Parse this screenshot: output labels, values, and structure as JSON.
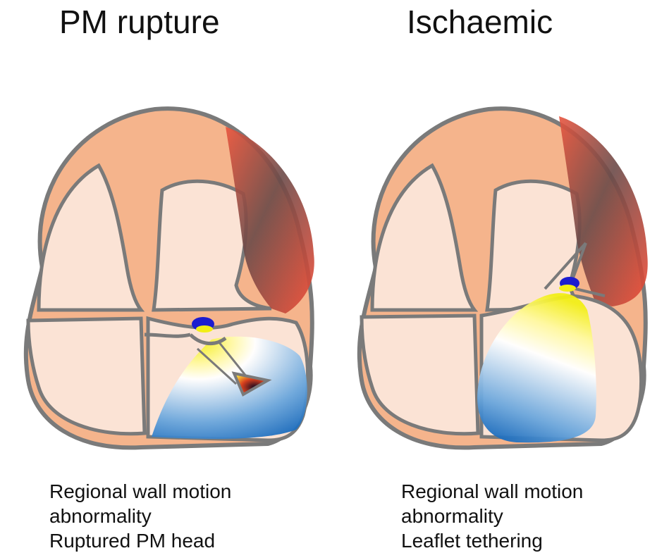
{
  "panels": [
    {
      "title": "PM rupture",
      "caption": [
        "Regional wall motion",
        "abnormality",
        "Ruptured PM head"
      ]
    },
    {
      "title": "Ischaemic",
      "caption": [
        "Regional wall motion",
        "abnormality",
        "Leaflet tethering"
      ]
    }
  ],
  "colors": {
    "myocardium": "#f5b48c",
    "chamber": "#fbe3d5",
    "outline": "#7a7a7a",
    "infarct": "#e8533d",
    "infarct_dark": "#5a4848",
    "jet_blue": "#1f6fbf",
    "jet_yellow": "#f2ee16",
    "valve": "#1c1ccf"
  }
}
